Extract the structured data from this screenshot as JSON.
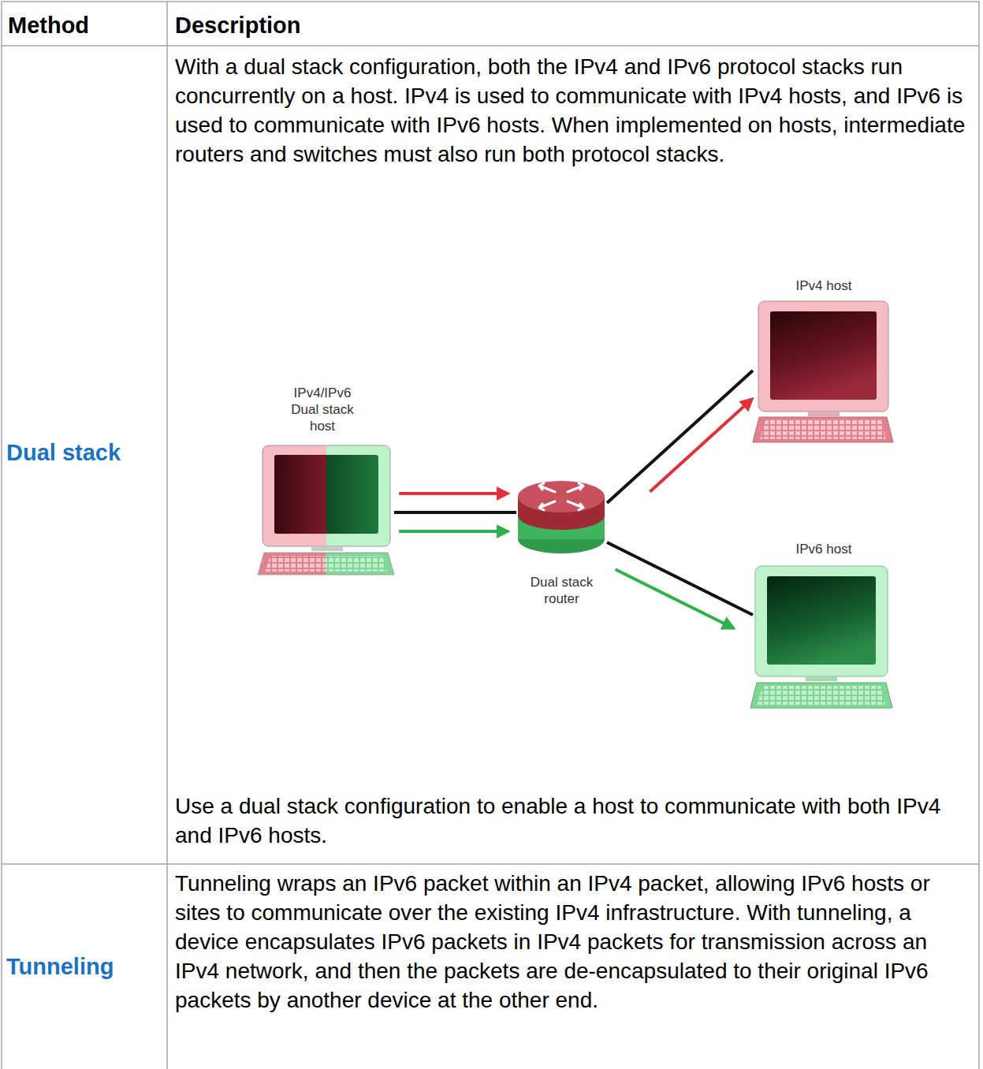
{
  "diagram": {
    "nodes": [
      {
        "text": [
          "IPv4/IPv6 Dual stack host"
        ]
      },
      {
        "text": [
          "Dual stack router"
        ]
      },
      {
        "text": [
          "IPv4 host"
        ]
      },
      {
        "text": [
          "IPv6 host"
        ]
      }
    ],
    "edges": [
      {
        "from": 0,
        "to": 1,
        "arrow": "to"
      },
      {
        "from": 1,
        "to": 2,
        "arrow": "to"
      },
      {
        "from": 1,
        "to": 3,
        "arrow": "to"
      }
    ],
    "labels": [
      "Method",
      "Description",
      "Dual stack",
      "With a dual stack configuration, both the IPv4 and IPv6 protocol stacks run concurrently on a host. IPv4 is used to communicate with IPv4 hosts, and IPv6 is used to communicate with IPv6 hosts. When implemented on hosts, intermediate routers and switches must also run both protocol stacks.",
      "Use a dual stack configuration to enable a host to communicate with both IPv4 and IPv6 hosts.",
      "Tunneling",
      "Tunneling wraps an IPv6 packet within an IPv4 packet, allowing IPv6 hosts or sites to communicate over the existing IPv4 infrastructure. With tunneling, a device encapsulates IPv6 packets in IPv4 packets for transmission across an IPv4 network, and then the packets are de-encapsulated to their original IPv6 packets by another device at the other end."
    ]
  }
}
